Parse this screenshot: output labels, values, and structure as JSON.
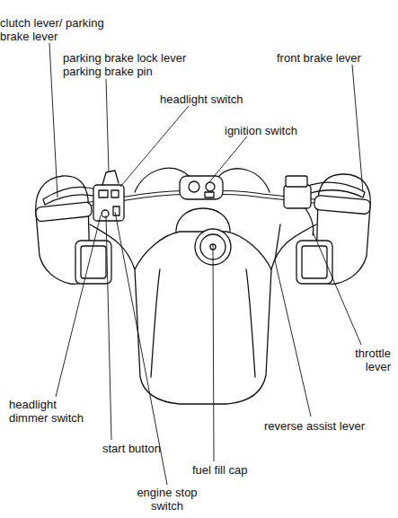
{
  "diagram": {
    "labels": [
      "clutch lever/ parking brake lever",
      "parking brake lock lever",
      "parking brake pin",
      "headlight switch",
      "ignition switch",
      "front brake lever",
      "throttle lever",
      "headlight dimmer switch",
      "reverse assist lever",
      "start button",
      "fuel fill cap",
      "engine stop switch"
    ]
  }
}
